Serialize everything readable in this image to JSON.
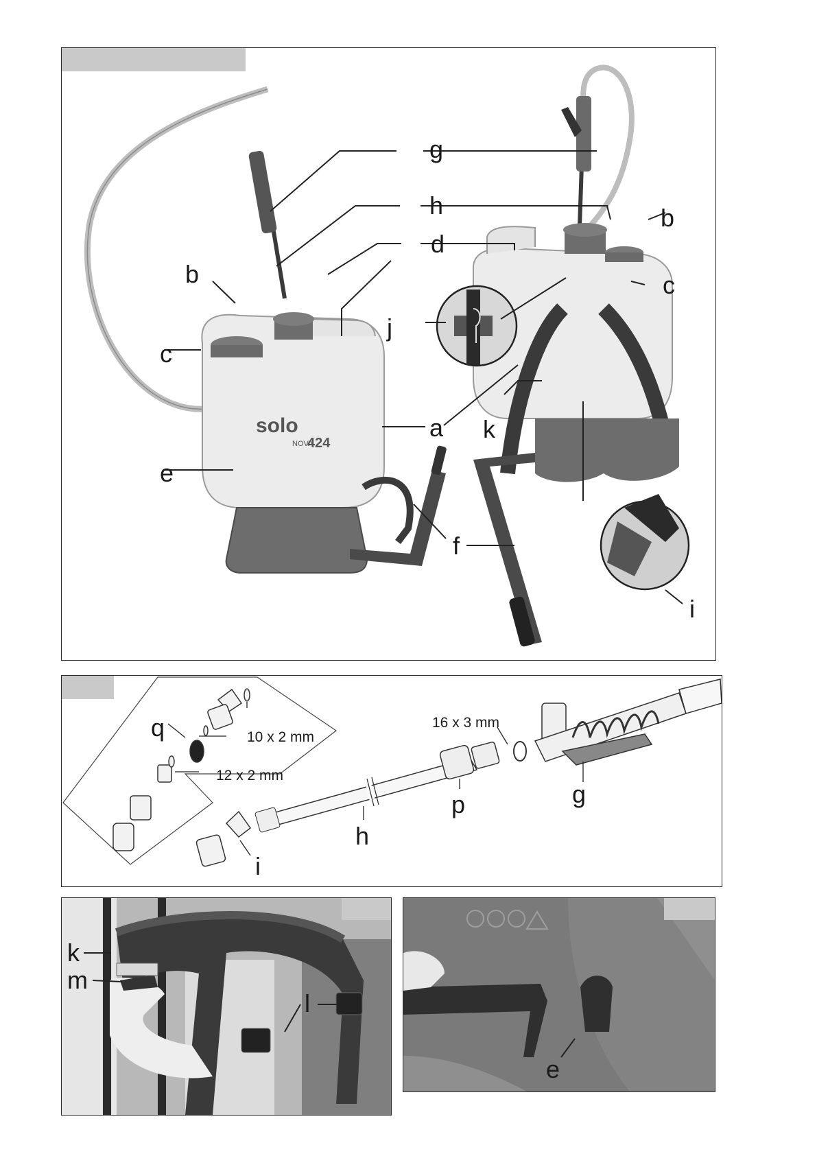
{
  "figure1": {
    "labels": {
      "a": "a",
      "b_left": "b",
      "b_right": "b",
      "c_left": "c",
      "c_right": "c",
      "d": "d",
      "e": "e",
      "f": "f",
      "g": "g",
      "h": "h",
      "i": "i",
      "j": "j",
      "k": "k"
    },
    "brand": {
      "logo": "solo",
      "model_small": "NOVA",
      "model_number": "424"
    }
  },
  "figure2": {
    "labels": {
      "q": "q",
      "p": "p",
      "g": "g",
      "h": "h",
      "i": "i"
    },
    "dims": {
      "d1": "10 x 2 mm",
      "d2": "12 x 2 mm",
      "d3": "16 x 3 mm"
    }
  },
  "figure3": {
    "labels": {
      "k": "k",
      "m": "m",
      "l": "l"
    }
  },
  "figure4": {
    "labels": {
      "e": "e"
    }
  },
  "colors": {
    "tank": "#ececec",
    "plastic_dark": "#6d6d6d",
    "panel_border": "#2a2a2a",
    "tab": "#c9c9c9"
  }
}
